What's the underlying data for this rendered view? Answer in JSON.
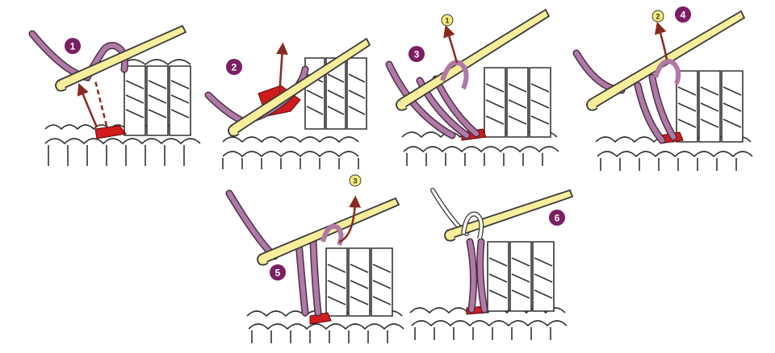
{
  "steps": [
    {
      "label": "1"
    },
    {
      "label": "2"
    },
    {
      "label": "3",
      "pull_through_label": "1"
    },
    {
      "label": "4",
      "pull_through_label": "2"
    },
    {
      "label": "5",
      "pull_through_label": "3"
    },
    {
      "label": "6"
    }
  ],
  "colors": {
    "step_badge": "#7b1f63",
    "pull_badge": "#f4ec7a",
    "yarn": "#b07aa6",
    "yarn_dark": "#4d2f49",
    "hook": "#f7ee9c",
    "hook_outline": "#3a3a3a",
    "arrow": "#8a2a1e",
    "insertion": "#d01c1c",
    "fabric_outline": "#333333"
  },
  "icons": [
    "crochet-hook-icon",
    "yarn-strand-icon",
    "direction-arrow-icon"
  ]
}
